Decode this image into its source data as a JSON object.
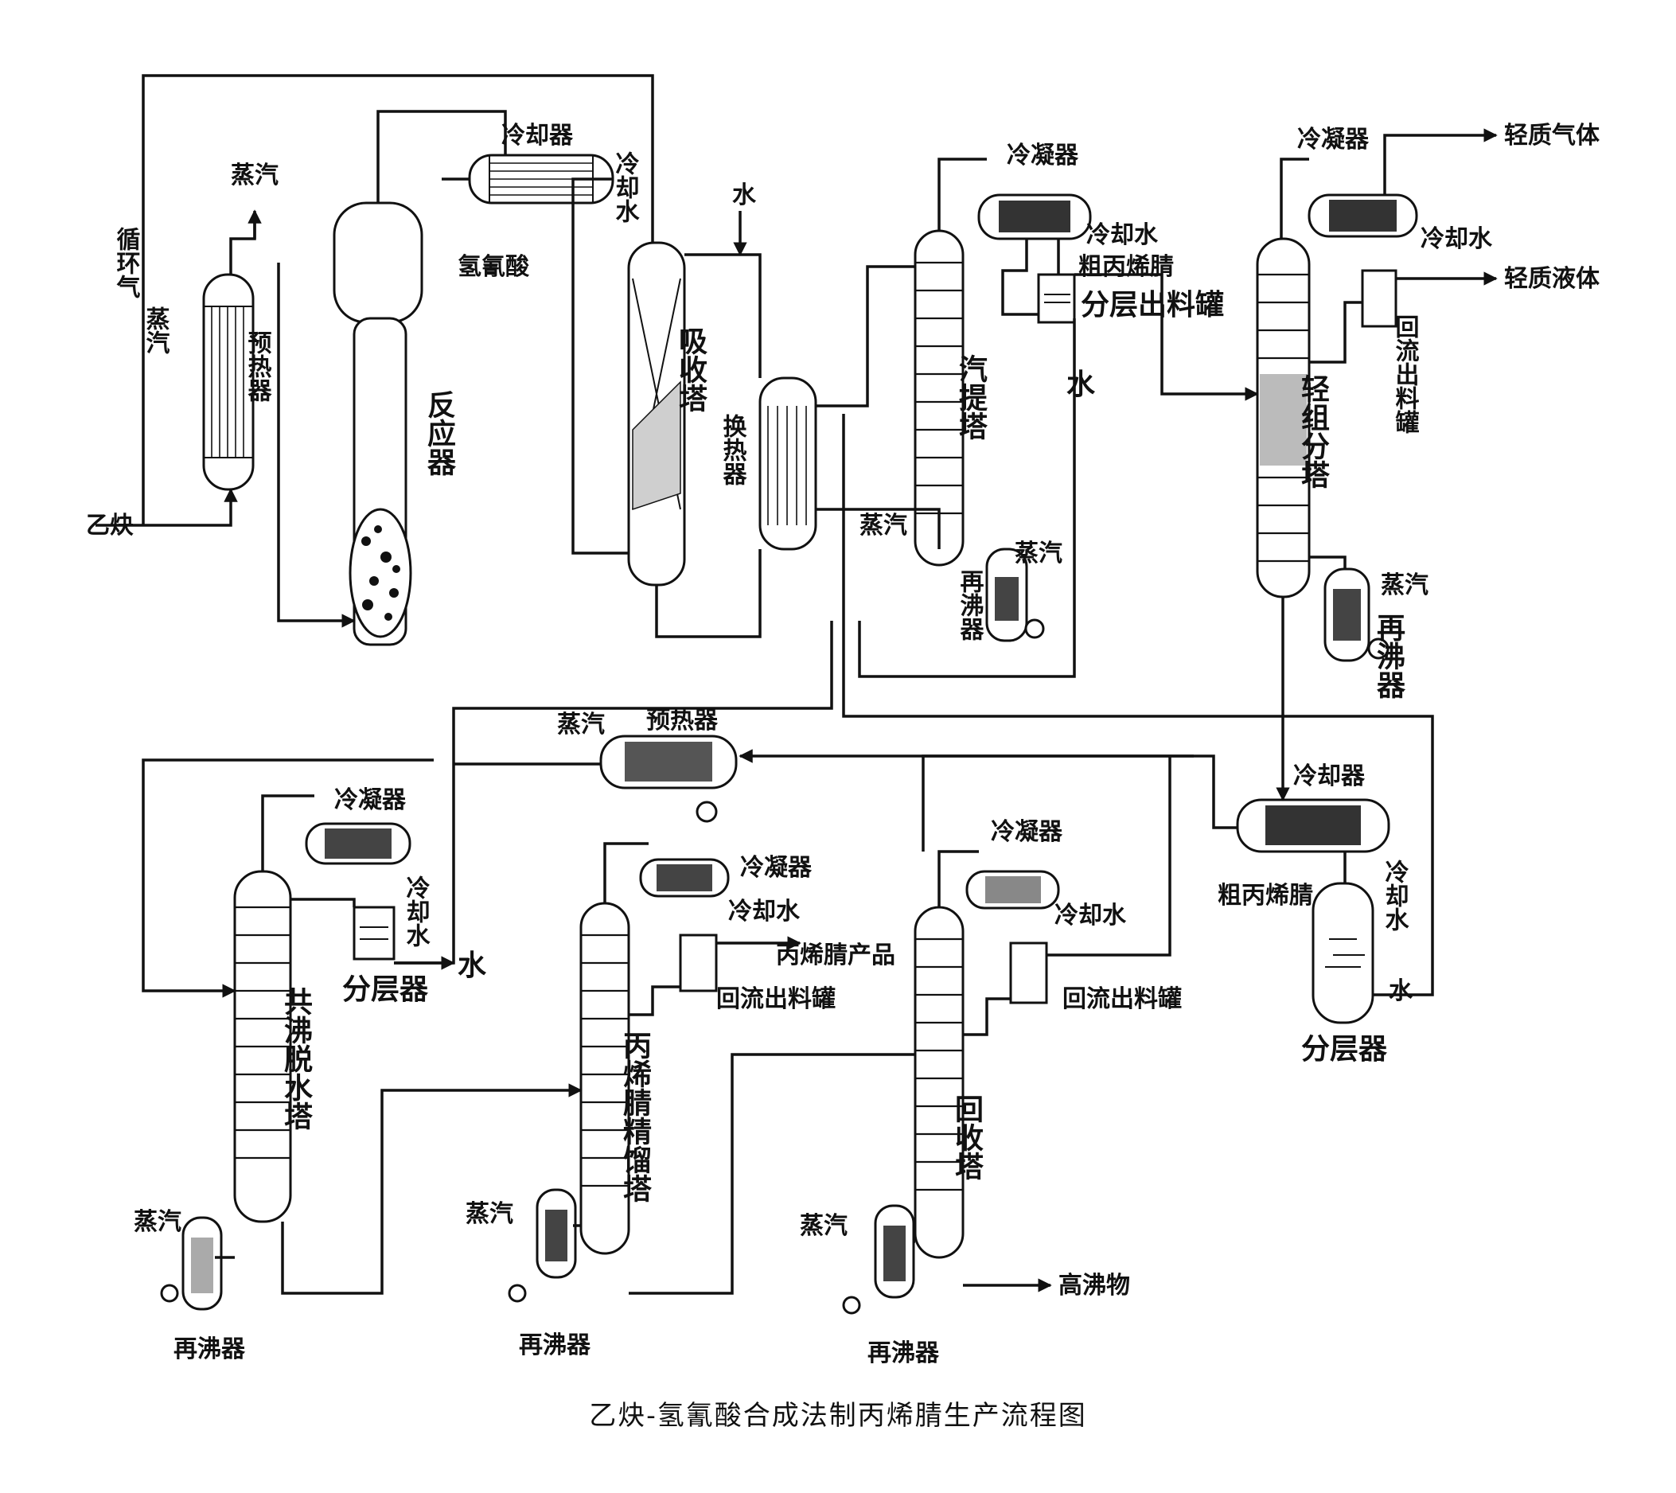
{
  "title": "乙炔-氢氰酸合成法制丙烯腈生产流程图",
  "labels": {
    "recycle_gas": "循环气",
    "acetylene": "乙炔",
    "steam": "蒸汽",
    "preheater": "预热器",
    "cooler": "冷却器",
    "cooling_water": "冷却水",
    "hcn": "氢氰酸",
    "reactor": "反应器",
    "water": "水",
    "absorber": "吸收塔",
    "heat_exchanger": "换热器",
    "condenser": "冷凝器",
    "crude_an": "粗丙烯腈",
    "layer_tank": "分层出料罐",
    "stripper": "汽提塔",
    "reboiler": "再沸器",
    "light_gas": "轻质气体",
    "light_liquid": "轻质液体",
    "reflux_tank": "回流出料罐",
    "lights_column": "轻组分塔",
    "separator": "分层器",
    "azeotropic_column": "共沸脱水塔",
    "an_column": "丙烯腈精馏塔",
    "an_product": "丙烯腈产品",
    "recovery_column": "回收塔",
    "heavies": "高沸物"
  }
}
